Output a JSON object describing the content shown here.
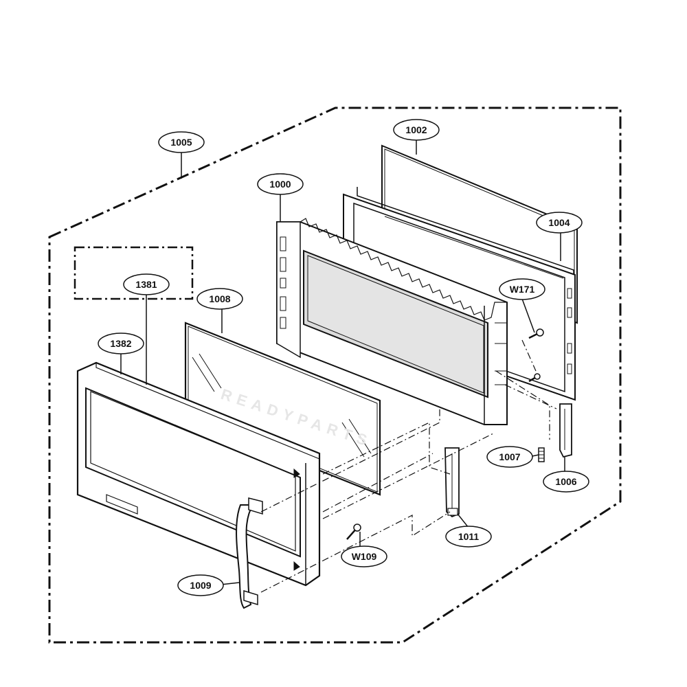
{
  "colors": {
    "line": "#111111",
    "glass": "#e0e0e0",
    "paper": "#ffffff"
  },
  "callouts": [
    {
      "id": "1005",
      "label": "1005"
    },
    {
      "id": "1002",
      "label": "1002"
    },
    {
      "id": "1000",
      "label": "1000"
    },
    {
      "id": "1004",
      "label": "1004"
    },
    {
      "id": "W171",
      "label": "W171"
    },
    {
      "id": "1381",
      "label": "1381"
    },
    {
      "id": "1008",
      "label": "1008"
    },
    {
      "id": "1382",
      "label": "1382"
    },
    {
      "id": "1007",
      "label": "1007"
    },
    {
      "id": "1006",
      "label": "1006"
    },
    {
      "id": "1011",
      "label": "1011"
    },
    {
      "id": "W109",
      "label": "W109"
    },
    {
      "id": "1009",
      "label": "1009"
    }
  ]
}
